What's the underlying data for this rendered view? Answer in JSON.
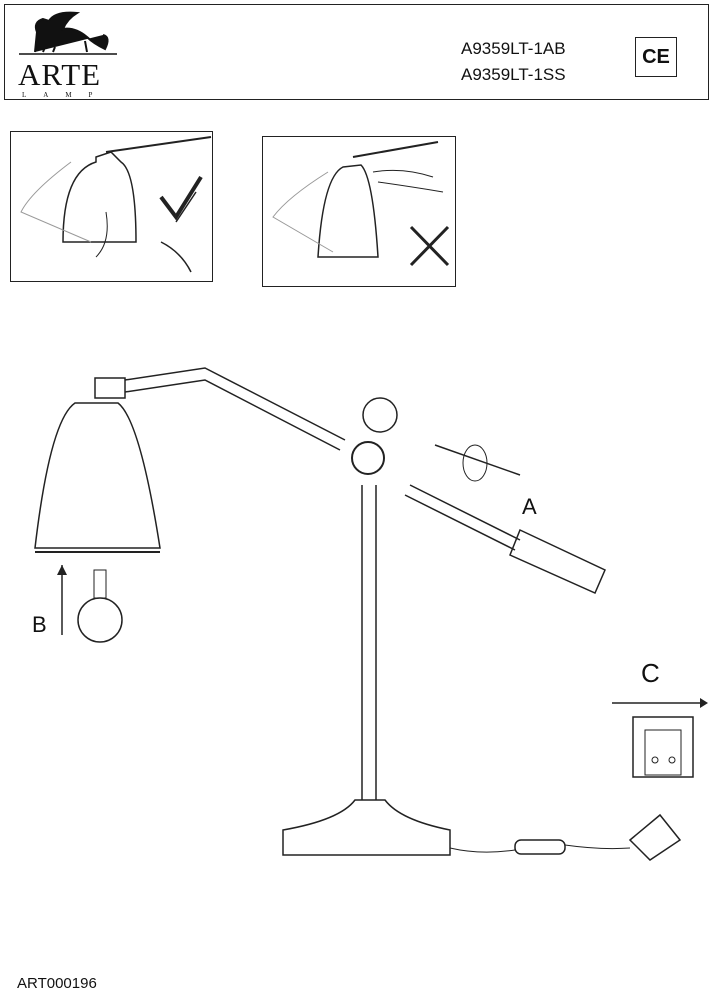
{
  "header": {
    "brand": "ARTE",
    "brand_sub": "LAMP",
    "models": [
      "A9359LT-1AB",
      "A9359LT-1SS"
    ],
    "certification": "CE"
  },
  "diagram": {
    "labels": {
      "a": "A",
      "b": "B",
      "c": "C"
    }
  },
  "footer": {
    "code": "ART000196"
  }
}
